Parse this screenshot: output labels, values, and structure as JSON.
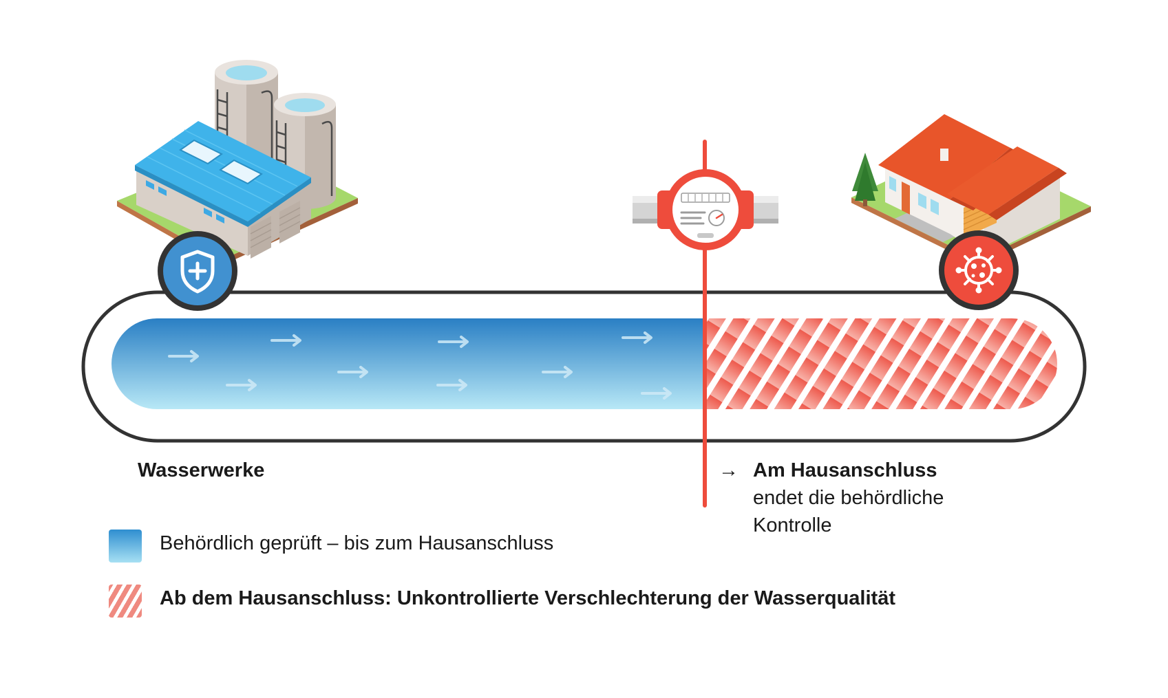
{
  "labels": {
    "waterworks": "Wasserwerke",
    "hausanschluss_arrow": "→",
    "hausanschluss_title": "Am Hausanschluss",
    "hausanschluss_line2": "endet die behördliche",
    "hausanschluss_line3": "Kontrolle"
  },
  "legend": {
    "blue_text": "Behördlich geprüft – bis zum Hausanschluss",
    "red_text": "Ab dem Hausanschluss: Unkontrollierte Verschlechterung der Wasserqualität"
  },
  "icons": {
    "waterworks": "waterworks-building-icon",
    "shield": "shield-plus-icon",
    "meter": "water-meter-icon",
    "house": "house-icon",
    "germ": "germ-icon",
    "flow_arrow": "flow-arrow-icon"
  },
  "colors": {
    "pipe_outline": "#333333",
    "water_top": "#2f86c8",
    "water_bottom": "#b4e6f5",
    "contaminated": "#ef5b4f",
    "divider": "#ee4c3c",
    "shield_badge": "#3d8fce",
    "germ_badge": "#ee4c3c"
  }
}
